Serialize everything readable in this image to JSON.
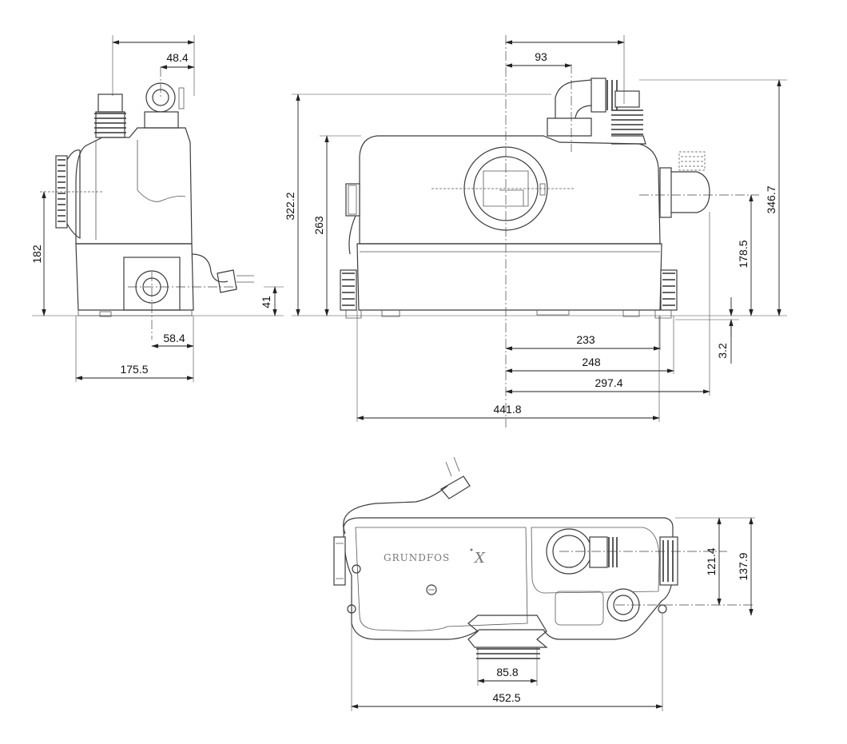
{
  "views": {
    "side": {
      "dimensions": {
        "d_48_4": "48.4",
        "d_182": "182",
        "d_41": "41",
        "d_58_4": "58.4",
        "d_175_5": "175.5"
      }
    },
    "front": {
      "dimensions": {
        "d_93": "93",
        "d_322_2": "322.2",
        "d_263": "263",
        "d_346_7": "346.7",
        "d_178_5": "178.5",
        "d_3_2": "3.2",
        "d_233": "233",
        "d_248": "248",
        "d_297_4": "297.4",
        "d_441_8": "441.8"
      }
    },
    "top": {
      "brand_label": "GRUNDFOS",
      "brand_mark": "X",
      "dimensions": {
        "d_121_4": "121.4",
        "d_137_9": "137.9",
        "d_85_8": "85.8",
        "d_452_5": "452.5"
      }
    }
  }
}
